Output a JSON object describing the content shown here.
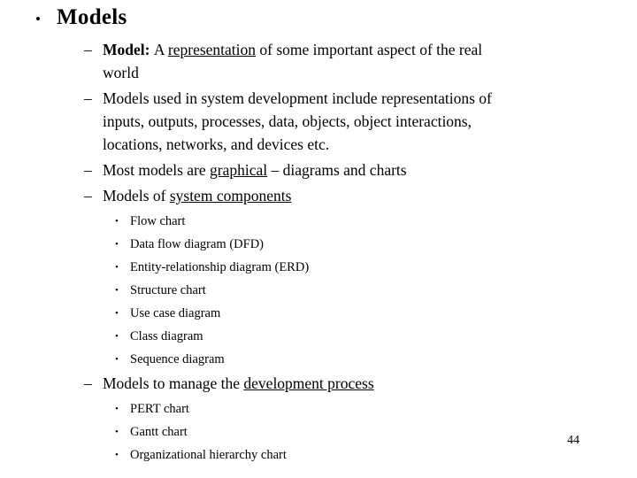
{
  "slide": {
    "title": "Models",
    "title_bullet": "•",
    "page_number": "44",
    "colors": {
      "background": "#ffffff",
      "text": "#000000"
    },
    "items": [
      {
        "level": 1,
        "marker": "–",
        "segments": [
          {
            "text": "Model: ",
            "bold": true
          },
          {
            "text": "A "
          },
          {
            "text": "representation",
            "underline": true
          },
          {
            "text": " of some important aspect of the real"
          },
          {
            "break": true
          },
          {
            "text": "world"
          }
        ]
      },
      {
        "level": 1,
        "marker": "–",
        "segments": [
          {
            "text": "Models used in system development include representations of"
          },
          {
            "break": true
          },
          {
            "text": "inputs, outputs, processes, data, objects, object interactions,"
          },
          {
            "break": true
          },
          {
            "text": "locations, networks, and devices etc."
          }
        ]
      },
      {
        "level": 1,
        "marker": "–",
        "segments": [
          {
            "text": "Most models are "
          },
          {
            "text": "graphical",
            "underline": true
          },
          {
            "text": " – diagrams and charts"
          }
        ]
      },
      {
        "level": 1,
        "marker": "–",
        "segments": [
          {
            "text": "Models of "
          },
          {
            "text": "system components",
            "underline": true
          }
        ]
      },
      {
        "level": 2,
        "marker": "•",
        "segments": [
          {
            "text": "Flow chart"
          }
        ]
      },
      {
        "level": 2,
        "marker": "•",
        "segments": [
          {
            "text": "Data flow diagram (DFD)"
          }
        ]
      },
      {
        "level": 2,
        "marker": "•",
        "segments": [
          {
            "text": "Entity-relationship diagram (ERD)"
          }
        ]
      },
      {
        "level": 2,
        "marker": "•",
        "segments": [
          {
            "text": "Structure chart"
          }
        ]
      },
      {
        "level": 2,
        "marker": "•",
        "segments": [
          {
            "text": "Use case diagram"
          }
        ]
      },
      {
        "level": 2,
        "marker": "•",
        "segments": [
          {
            "text": "Class diagram"
          }
        ]
      },
      {
        "level": 2,
        "marker": "•",
        "segments": [
          {
            "text": "Sequence diagram"
          }
        ]
      },
      {
        "level": 1,
        "marker": "–",
        "segments": [
          {
            "text": "Models to manage the "
          },
          {
            "text": "development process",
            "underline": true
          }
        ]
      },
      {
        "level": 2,
        "marker": "•",
        "segments": [
          {
            "text": "PERT chart"
          }
        ]
      },
      {
        "level": 2,
        "marker": "•",
        "segments": [
          {
            "text": "Gantt chart"
          }
        ]
      },
      {
        "level": 2,
        "marker": "•",
        "segments": [
          {
            "text": "Organizational hierarchy chart"
          }
        ]
      }
    ]
  }
}
